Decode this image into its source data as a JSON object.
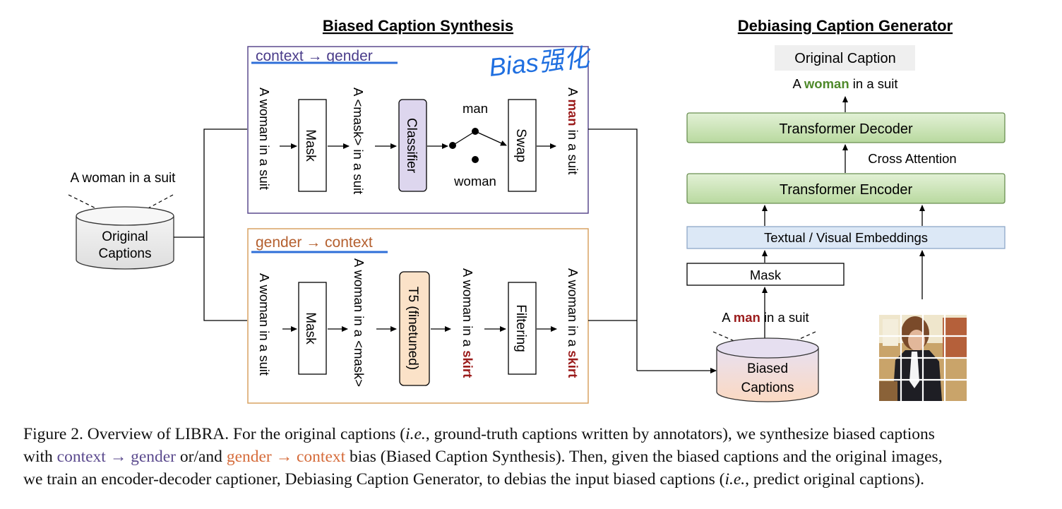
{
  "headers": {
    "left": "Biased Caption Synthesis",
    "right": "Debiasing Caption Generator"
  },
  "left_db": {
    "caption": "A woman in a suit",
    "label_line1": "Original",
    "label_line2": "Captions"
  },
  "top_panel": {
    "title": "context → gender",
    "handwritten_note": "Bias强化",
    "input_text": "A woman in a suit",
    "mask_label": "Mask",
    "masked_text": "A <mask> in a suit",
    "classifier_label": "Classifier",
    "option_man": "man",
    "option_woman": "woman",
    "swap_label": "Swap",
    "output_prefix": "A",
    "output_highlight": "man",
    "output_suffix": "in a suit"
  },
  "bottom_panel": {
    "title": "gender → context",
    "input_text": "A woman in a suit",
    "mask_label": "Mask",
    "masked_text": "A woman in a <mask>",
    "t5_label": "T5 (finetuned)",
    "gen_prefix": "A woman in a",
    "gen_highlight": "skirt",
    "filter_label": "Filtering",
    "output_prefix": "A woman in a",
    "output_highlight": "skirt"
  },
  "generator": {
    "original_caption_label": "Original Caption",
    "output_prefix": "A",
    "output_highlight": "woman",
    "output_suffix": "in a suit",
    "decoder_label": "Transformer Decoder",
    "cross_attention_label": "Cross Attention",
    "encoder_label": "Transformer Encoder",
    "embeddings_label": "Textual / Visual Embeddings",
    "mask_label": "Mask",
    "biased_prefix": "A",
    "biased_highlight": "man",
    "biased_suffix": "in a suit",
    "db_label_line1": "Biased",
    "db_label_line2": "Captions"
  },
  "figure_caption": {
    "l1_a": "Figure 2. Overview of LIBRA. For the original captions (",
    "l1_ie": "i.e.",
    "l1_b": ", ground-truth captions written by annotators), we synthesize biased captions",
    "l2_a": "with ",
    "l2_cg": "context → gender",
    "l2_b": " or/and ",
    "l2_gc": "gender → context",
    "l2_c": " bias (Biased Caption Synthesis). Then, given the biased captions and the original images,",
    "l3_a": "we train an encoder-decoder captioner, Debiasing Caption Generator, to debias the input biased captions (",
    "l3_ie": "i.e.",
    "l3_b": ", predict original captions)."
  },
  "colors": {
    "purple_frame": "#5b4a8e",
    "orange_frame": "#d9a262",
    "blue_underline": "#2f6fd8",
    "dark_red": "#9b1c1c",
    "green_word": "#4f8a2b",
    "classifier_fill": "#ddd6ee",
    "t5_fill": "#fbe2c8",
    "transformer_fill": "#c9e3b5",
    "embedding_fill": "#dce8f6",
    "handwriting": "#1f6fe0"
  }
}
